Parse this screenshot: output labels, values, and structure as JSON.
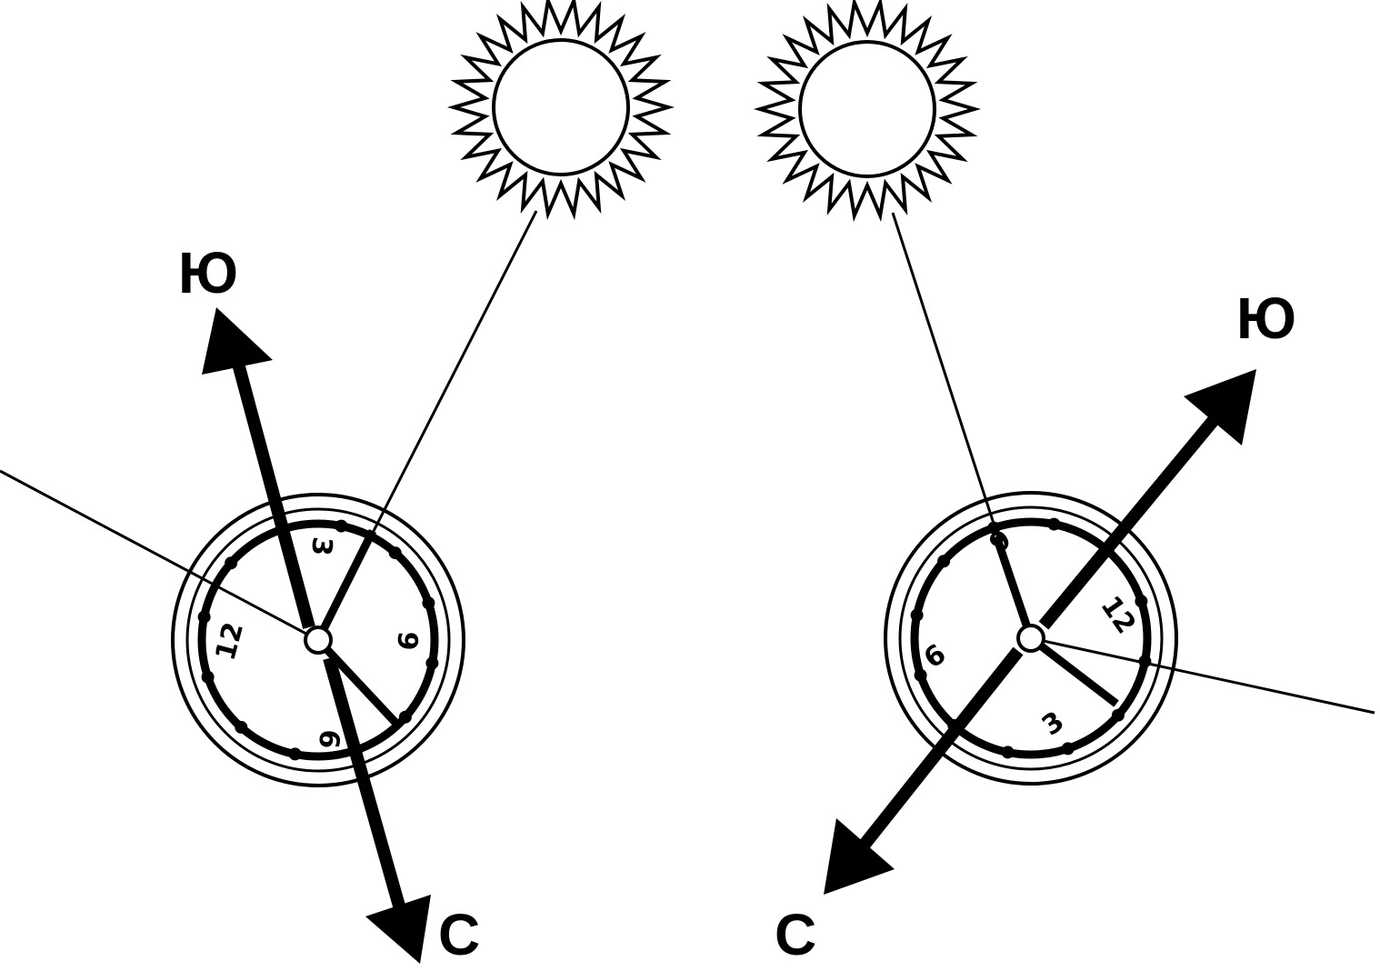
{
  "colors": {
    "ink": "#000000",
    "paper": "#ffffff"
  },
  "left": {
    "south_label": "Ю",
    "north_label": "С",
    "numerals": {
      "n12": "12",
      "n3": "3",
      "n6": "6",
      "n9": "9"
    }
  },
  "right": {
    "south_label": "Ю",
    "north_label": "С",
    "numerals": {
      "n12": "12",
      "n3": "3",
      "n6": "6",
      "n9": "9"
    }
  }
}
